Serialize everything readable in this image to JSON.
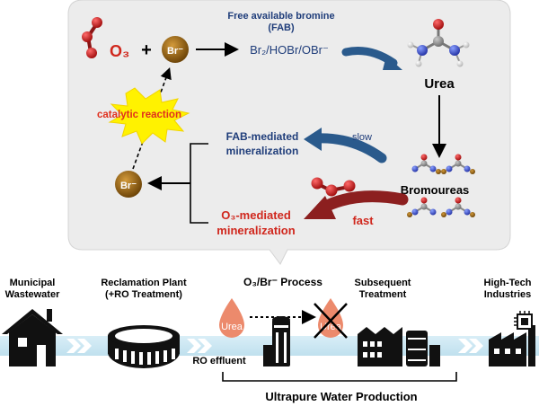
{
  "bubble": {
    "ozone_label": "O₃",
    "plus_sign": "+",
    "bromide_label": "Br⁻",
    "fab_title_line1": "Free available bromine",
    "fab_title_line2": "(FAB)",
    "fab_species": "Br₂/HOBr/OBr⁻",
    "urea_label": "Urea",
    "bromoureas_label": "Bromoureas",
    "catalytic_label": "catalytic reaction",
    "recycled_bromide_label": "Br⁻",
    "fab_mineralization_line1": "FAB-mediated",
    "fab_mineralization_line2": "mineralization",
    "slow_label": "slow",
    "o3_mineralization_line1": "O₃-mediated",
    "o3_mineralization_line2": "mineralization",
    "fast_label": "fast"
  },
  "process": {
    "municipal_line1": "Municipal",
    "municipal_line2": "Wastewater",
    "reclamation_line1": "Reclamation Plant",
    "reclamation_line2": "(+RO Treatment)",
    "o3br_process": "O₃/Br⁻ Process",
    "subsequent_line1": "Subsequent",
    "subsequent_line2": "Treatment",
    "hightech_line1": "High-Tech",
    "hightech_line2": "Industries",
    "ro_effluent": "RO effluent",
    "urea_drop_label": "Urea",
    "urea_drop_label_crossed": "Urea",
    "ultrapure_label": "Ultrapure Water Production"
  },
  "colors": {
    "bubble_fill": "#ececec",
    "red_text": "#d0271d",
    "navy_text": "#1f3d7a",
    "bromide_ball": "#8a5a12",
    "water_band": "#c9e6f2",
    "drop_fill": "#ec8a6c",
    "slow_arrow": "#2a5a8c",
    "fast_arrow": "#8c1f1f",
    "catalytic_burst": "#fff200"
  },
  "icons": [
    "house-icon",
    "stadium-icon",
    "tower-icon",
    "factory-buildings-icon",
    "chip-factory-icon",
    "chevron-icon"
  ]
}
